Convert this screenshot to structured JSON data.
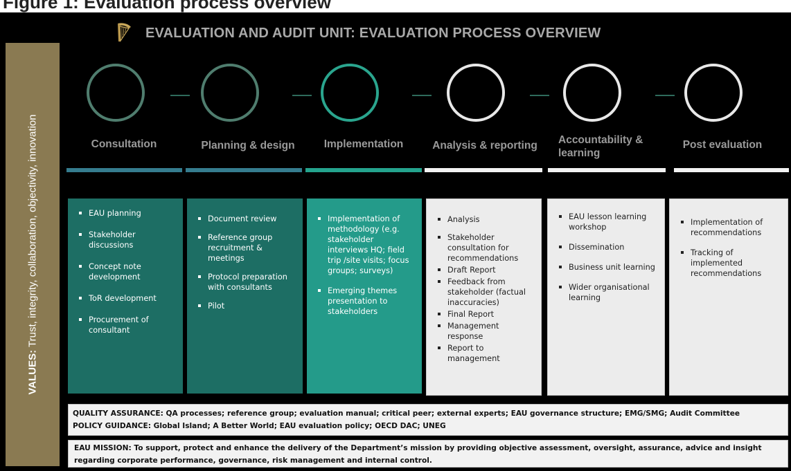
{
  "page_heading": "Figure 1: Evaluation process overview",
  "title": "EVALUATION AND AUDIT UNIT: EVALUATION PROCESS OVERVIEW",
  "values": {
    "label": "VALUES:",
    "text": " Trust, integrity, collaboration, objectivity, innovation"
  },
  "colors": {
    "background": "#000000",
    "values_bar": "#8a7a52",
    "dark_green": "#1d6e64",
    "teal": "#249b8a",
    "light_grey": "#ececec",
    "bar_blue": "#357c8e"
  },
  "stages": [
    {
      "label": "Consultation",
      "items": [
        "EAU planning",
        "Stakeholder discussions",
        "Concept note development",
        "ToR development",
        "Procurement of consultant"
      ]
    },
    {
      "label": "Planning & design",
      "items": [
        "Document review",
        "Reference group recruitment & meetings",
        "Protocol preparation with consultants",
        "Pilot"
      ]
    },
    {
      "label": "Implementation",
      "items": [
        "Implementation of methodology (e.g. stakeholder interviews HQ; field trip /site visits; focus groups; surveys)",
        "Emerging themes presentation to stakeholders"
      ]
    },
    {
      "label": "Analysis & reporting",
      "items": [
        "Analysis",
        "Stakeholder consultation for recommendations",
        "Draft Report",
        "Feedback from stakeholder (factual inaccuracies)",
        "Final Report",
        "Management response",
        "Report to management"
      ]
    },
    {
      "label": "Accountability & learning",
      "items": [
        "EAU lesson learning workshop",
        "Dissemination",
        "Business unit learning",
        "Wider organisational learning"
      ]
    },
    {
      "label": "Post evaluation",
      "items": [
        "Implementation of recommendations",
        "Tracking of implemented recommendations"
      ]
    }
  ],
  "quality_assurance": "QUALITY ASSURANCE: QA processes; reference group;  evaluation manual; critical peer; external experts; EAU governance structure; EMG/SMG; Audit Committee",
  "policy_guidance": "POLICY GUIDANCE: Global Island; A Better World; EAU evaluation policy; OECD DAC; UNEG",
  "mission": "EAU MISSION: To support, protect and enhance the delivery of the Department’s mission by providing objective assessment, oversight, assurance, advice and insight regarding corporate performance, governance, risk management and internal control."
}
